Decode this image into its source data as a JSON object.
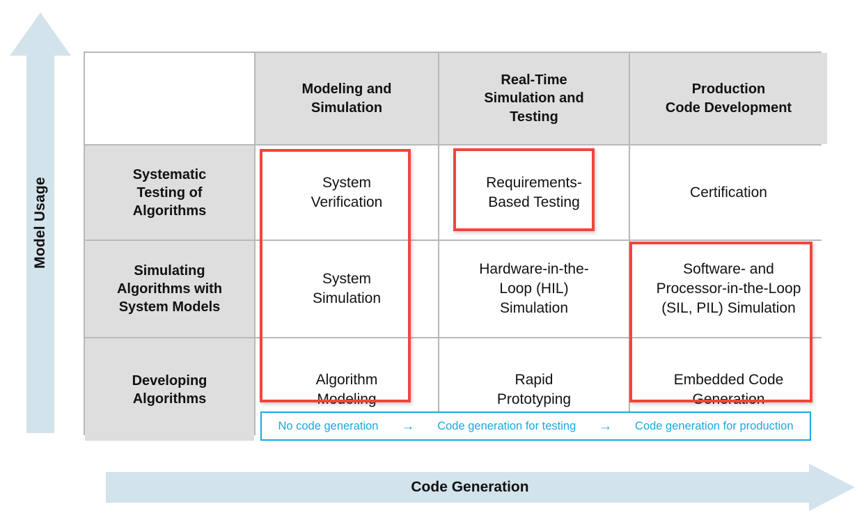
{
  "axes": {
    "y": {
      "label": "Model Usage",
      "icon": "up-arrow-icon",
      "color": "#d3e3ec"
    },
    "x": {
      "label": "Code Generation",
      "icon": "right-arrow-icon",
      "color": "#d3e3ec"
    }
  },
  "matrix": {
    "corner_label": "",
    "column_headers": [
      "Modeling and\nSimulation",
      "Real-Time\nSimulation and\nTesting",
      "Production\nCode Development"
    ],
    "row_headers": [
      "Systematic\nTesting of\nAlgorithms",
      "Simulating\nAlgorithms with\nSystem Models",
      "Developing\nAlgorithms"
    ],
    "rows": [
      {
        "header": "Systematic\nTesting of\nAlgorithms",
        "cells": [
          "System\nVerification",
          "Requirements-\nBased Testing",
          "Certification"
        ]
      },
      {
        "header": "Simulating\nAlgorithms with\nSystem Models",
        "cells": [
          "System\nSimulation",
          "Hardware-in-the-\nLoop (HIL)\nSimulation",
          "Software- and\nProcessor-in-the-Loop\n(SIL, PIL) Simulation"
        ]
      },
      {
        "header": "Developing\nAlgorithms",
        "cells": [
          "Algorithm\nModeling",
          "Rapid\nPrototyping",
          "Embedded Code\nGeneration"
        ]
      }
    ]
  },
  "highlights": {
    "color": "#f4443c",
    "boxes": [
      {
        "name": "modeling-and-simulation-column-highlight"
      },
      {
        "name": "requirements-based-testing-highlight"
      },
      {
        "name": "production-code-highlight"
      }
    ]
  },
  "codegen_strip": {
    "color": "#19a8e0",
    "steps": [
      "No code generation",
      "Code generation for testing",
      "Code generation for production"
    ],
    "arrow": "→"
  },
  "colors": {
    "header_gray": "#dedede",
    "grid_line": "#b8b8b8",
    "arrow_blue": "#d3e3ec",
    "accent_cyan": "#19a8e0",
    "accent_red": "#f4443c",
    "text": "#111111"
  }
}
